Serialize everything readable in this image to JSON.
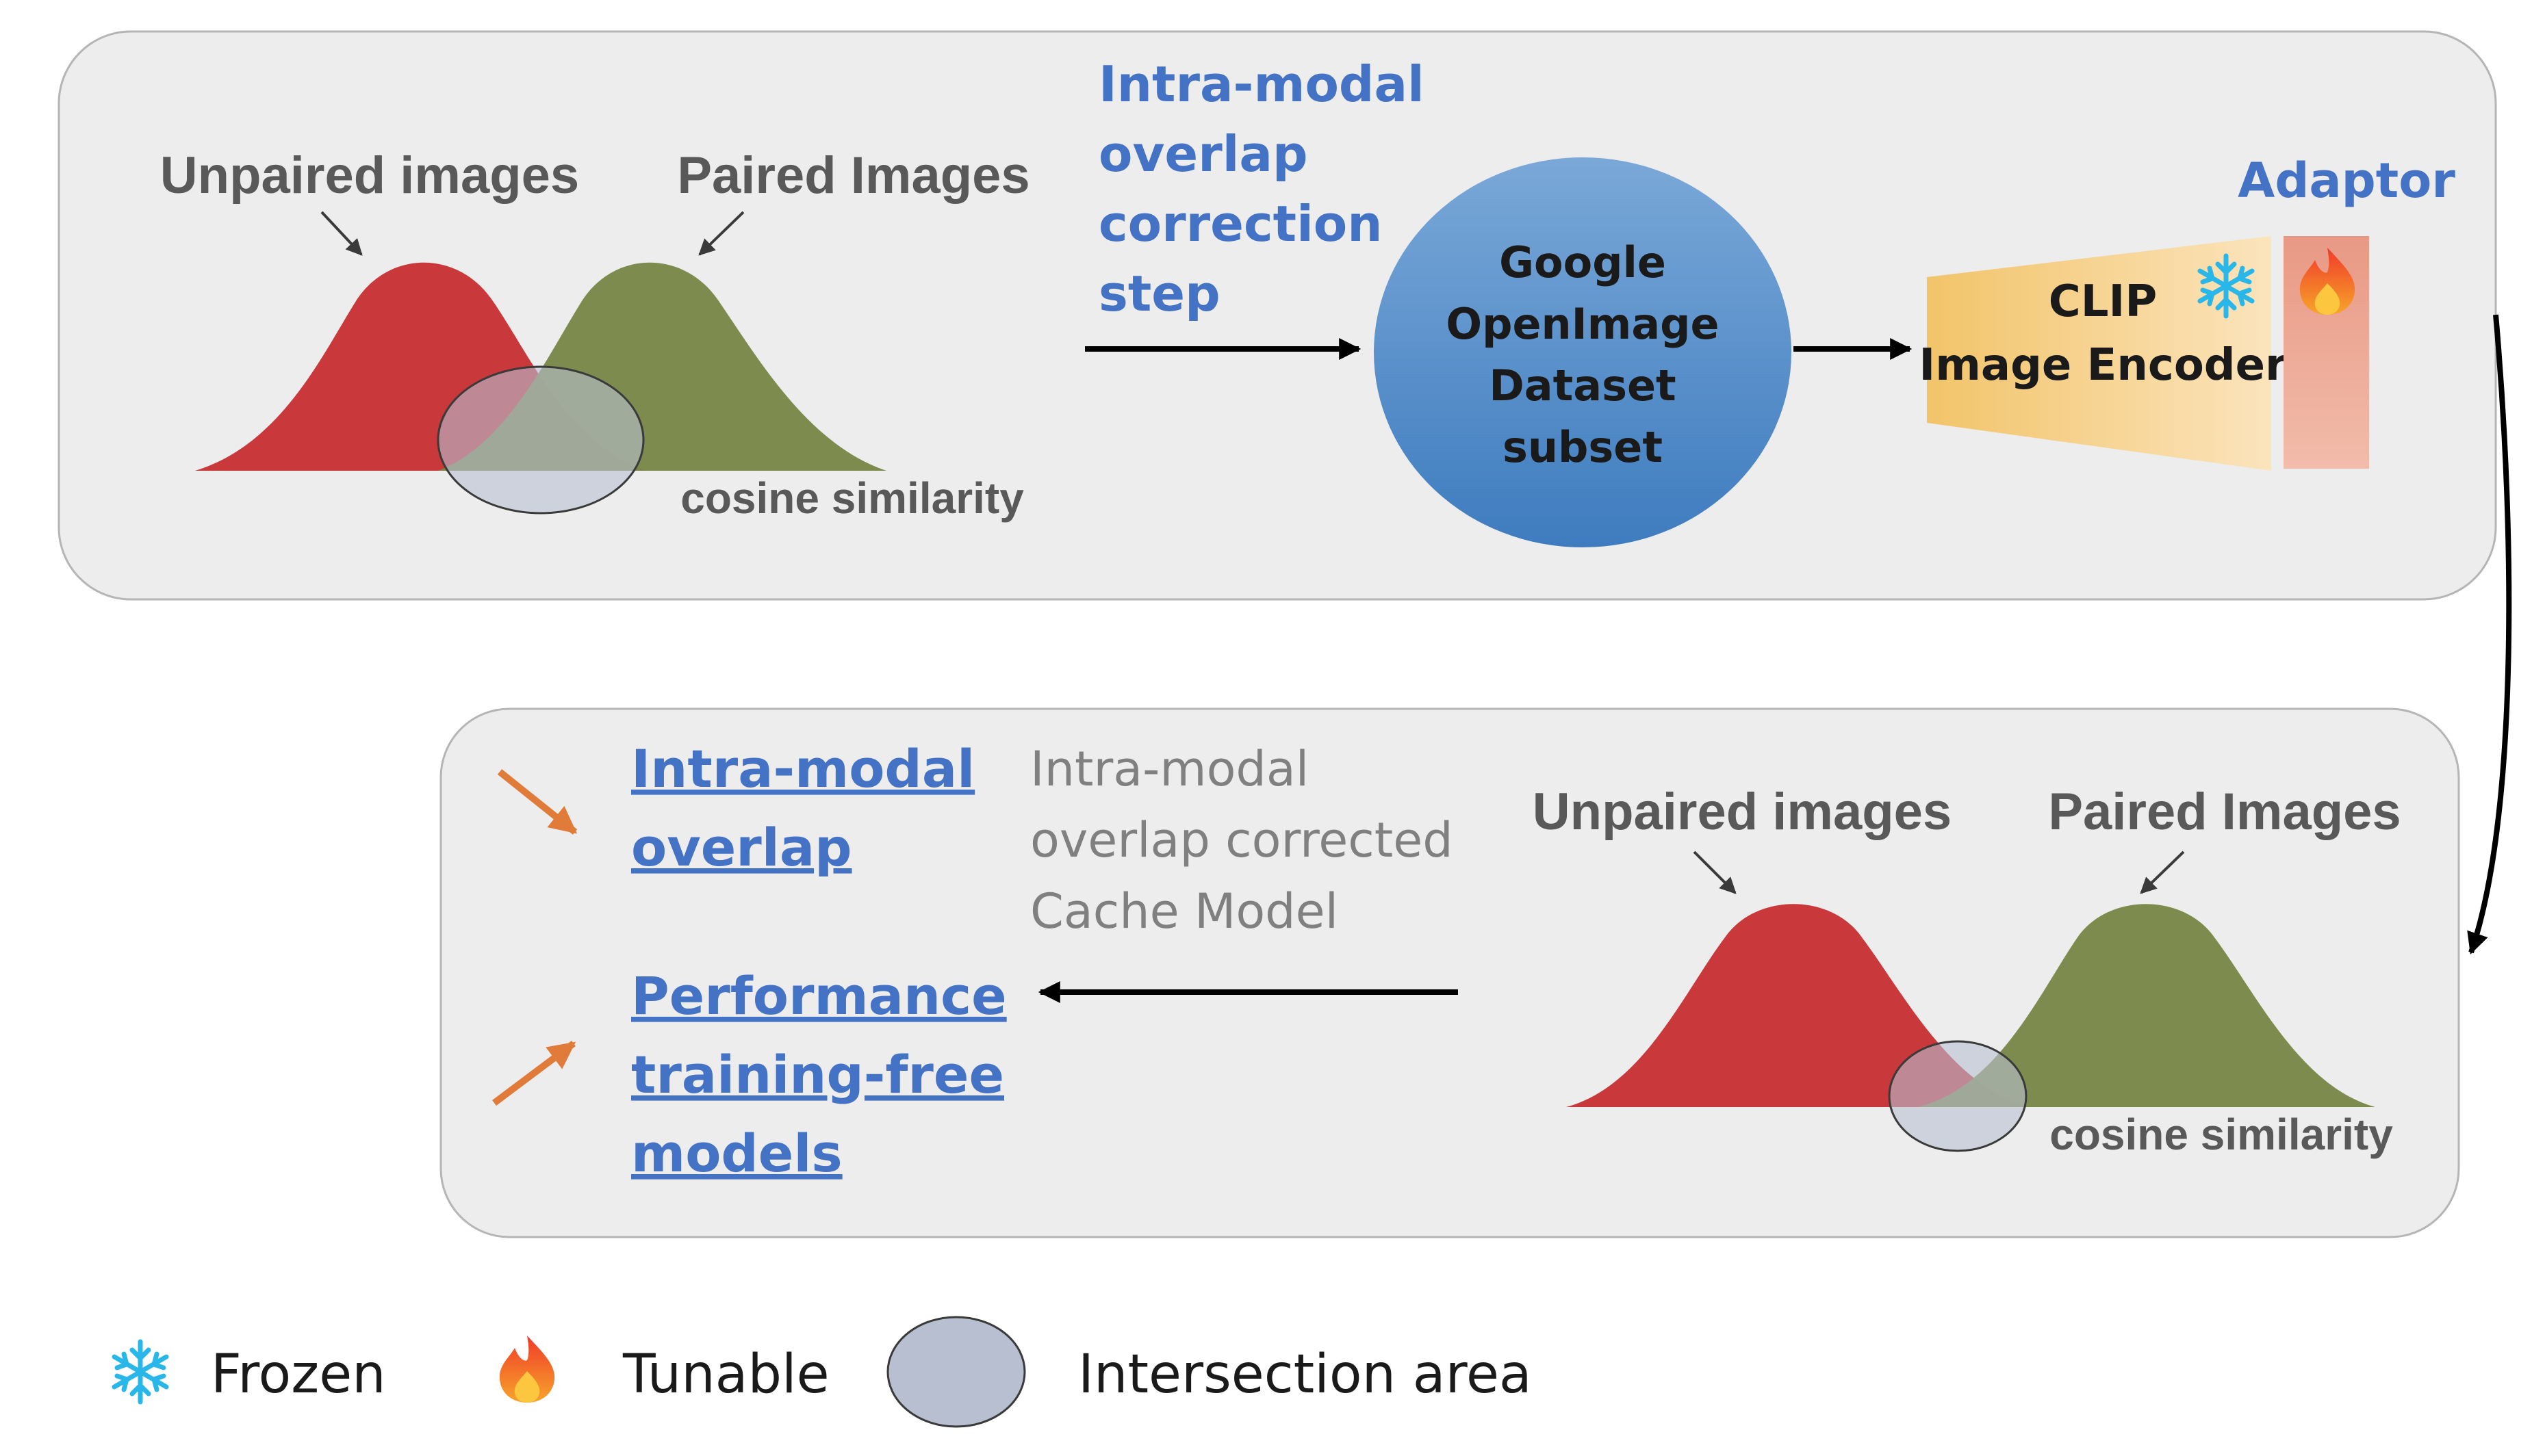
{
  "top_panel": {
    "unpaired_label": "Unpaired images",
    "paired_label": "Paired Images",
    "cosine_label": "cosine similarity",
    "step_label": [
      "Intra-modal",
      "overlap",
      "correction",
      "step"
    ],
    "dataset_label": [
      "Google",
      "OpenImage",
      "Dataset",
      "subset"
    ],
    "encoder_label": [
      "CLIP",
      "Image Encoder"
    ],
    "adaptor_label": "Adaptor"
  },
  "bottom_panel": {
    "unpaired_label": "Unpaired images",
    "paired_label": "Paired Images",
    "cosine_label": "cosine similarity",
    "cache_label": [
      "Intra-modal",
      "overlap corrected",
      "Cache Model"
    ],
    "outcome_overlap": [
      "Intra-modal",
      "overlap"
    ],
    "outcome_performance": [
      "Performance",
      "training-free",
      "models"
    ]
  },
  "legend": {
    "frozen": "Frozen",
    "tunable": "Tunable",
    "intersection": "Intersection area"
  },
  "colors": {
    "unpaired": "#C9383A",
    "paired": "#798848",
    "intersection": "#B8BFD0",
    "panel": "#EDEDED",
    "dataset_circle": "#5B9BD5",
    "encoder": "#F3C970",
    "adaptor": "#EB9B8A",
    "accent_blue": "#4472C4",
    "arrow_orange": "#E07B39"
  },
  "icons": {
    "frozen": "snowflake-icon",
    "tunable": "flame-icon"
  }
}
